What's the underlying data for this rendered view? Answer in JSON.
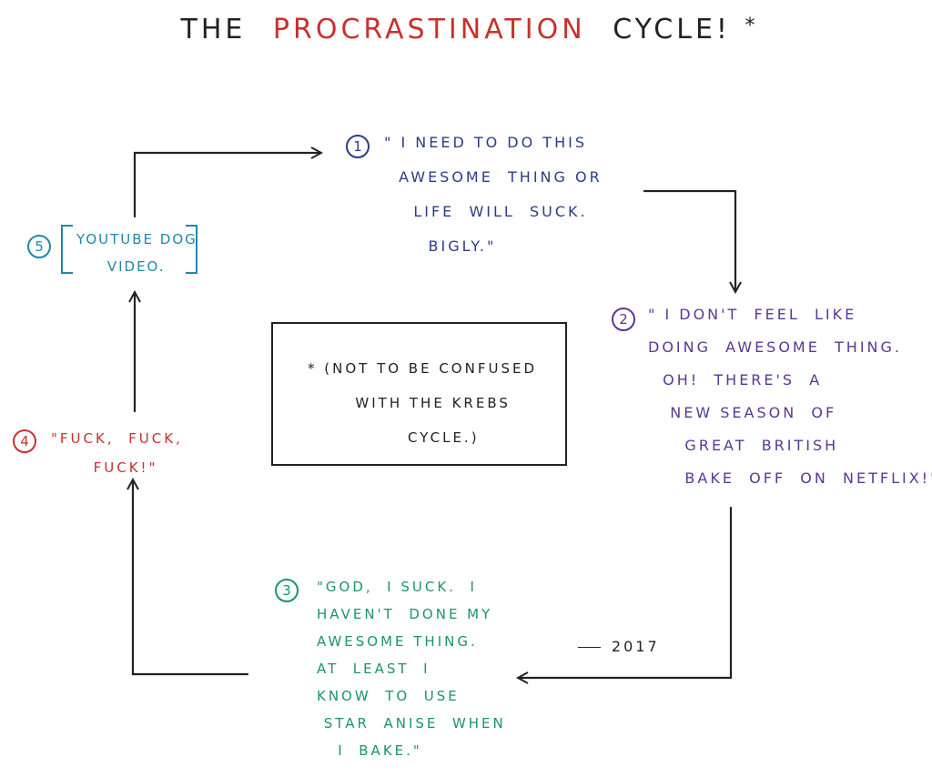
{
  "title": {
    "word1": "The",
    "word2": "Procrastination",
    "word3": "Cycle!",
    "asterisk": "*",
    "word2_color": "#c8312c"
  },
  "steps": [
    {
      "number": "1",
      "text": "\" I need to do this\n  Awesome  thing or\n    Life  will  Suck.\n      Bigly.\"",
      "color": "#2c3c86"
    },
    {
      "number": "2",
      "text": "\" I don't  feel  like\nDoing  Awesome  thing.\n  Oh!  There's  A\n   New season  of\n     Great  British\n     Bake  off  on  netflix!\"",
      "color": "#5a3795"
    },
    {
      "number": "3",
      "text": "\"God,  I suck.  I\nHaven't  Done my\nAwesome thing.\nAt  least  I\nKnow  to  use\n Star  Anise  when\n   I  bake.\"",
      "color": "#1c9468"
    },
    {
      "number": "4",
      "text": "\"Fuck,  Fuck,\n      Fuck!\"",
      "color": "#c8312c"
    },
    {
      "number": "5",
      "text": "YouTube Dog\n     Video.",
      "color": "#1f88a8"
    }
  ],
  "note": {
    "text": "* (Not to be confused\n   with the Krebs\n      Cycle.)"
  },
  "signature": "⸺ 2017"
}
